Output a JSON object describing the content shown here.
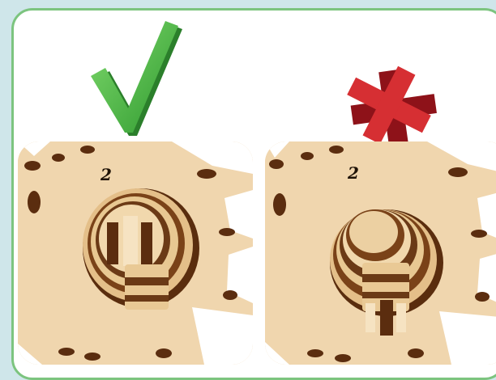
{
  "panels": [
    {
      "id": "correct",
      "gear_number": "2",
      "status_icon": "check-mark-icon",
      "status_color": "#3aa83a"
    },
    {
      "id": "incorrect",
      "gear_number": "2",
      "status_icon": "cross-mark-icon",
      "status_color": "#c8202a"
    }
  ],
  "colors": {
    "frame_border": "#7cc47f",
    "page_background": "#cfe6ea",
    "wood_light": "#efd2a7",
    "wood_dark": "#6b3a16"
  }
}
